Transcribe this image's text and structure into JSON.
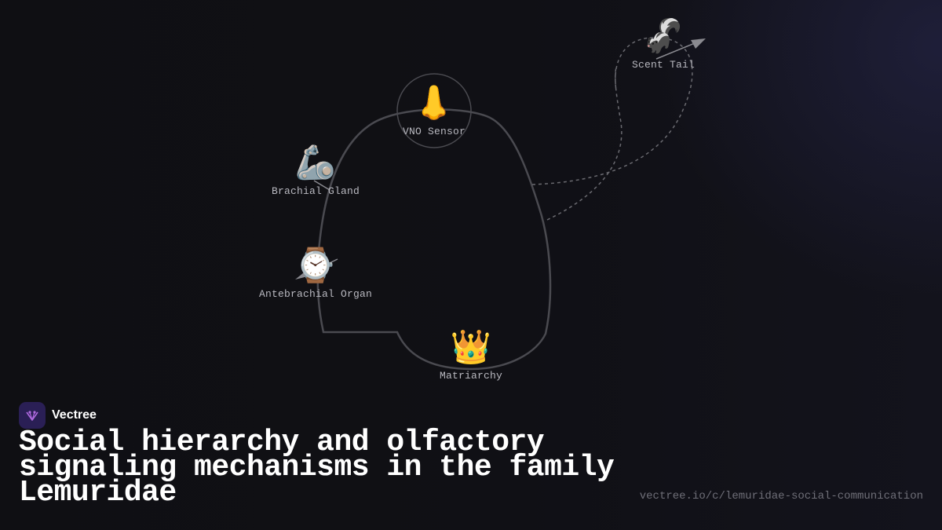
{
  "brand": {
    "name": "Vectree"
  },
  "title": "Social hierarchy and olfactory signaling mechanisms in the family Lemuridae",
  "url": "vectree.io/c/lemuridae-social-communication",
  "diagram": {
    "nodes": [
      {
        "id": "vno",
        "label": "VNO Sensor",
        "icon": "nose-icon",
        "emoji": "👃"
      },
      {
        "id": "brachial",
        "label": "Brachial Gland",
        "icon": "mechanical-arm-icon",
        "emoji": "🦾"
      },
      {
        "id": "antebrachial",
        "label": "Antebrachial Organ",
        "icon": "watch-icon",
        "emoji": "⌚"
      },
      {
        "id": "matriarchy",
        "label": "Matriarchy",
        "icon": "crown-icon",
        "emoji": "👑"
      },
      {
        "id": "scent_tail",
        "label": "Scent Tail",
        "icon": "skunk-icon",
        "emoji": "🦨"
      }
    ]
  },
  "colors": {
    "background": "#0f0f13",
    "outline": "#4a4a50",
    "dashed": "#6a6a70",
    "label": "#b9b9c0",
    "brand_logo": "#2a1f55",
    "brand_accent": "#b06ae0"
  }
}
